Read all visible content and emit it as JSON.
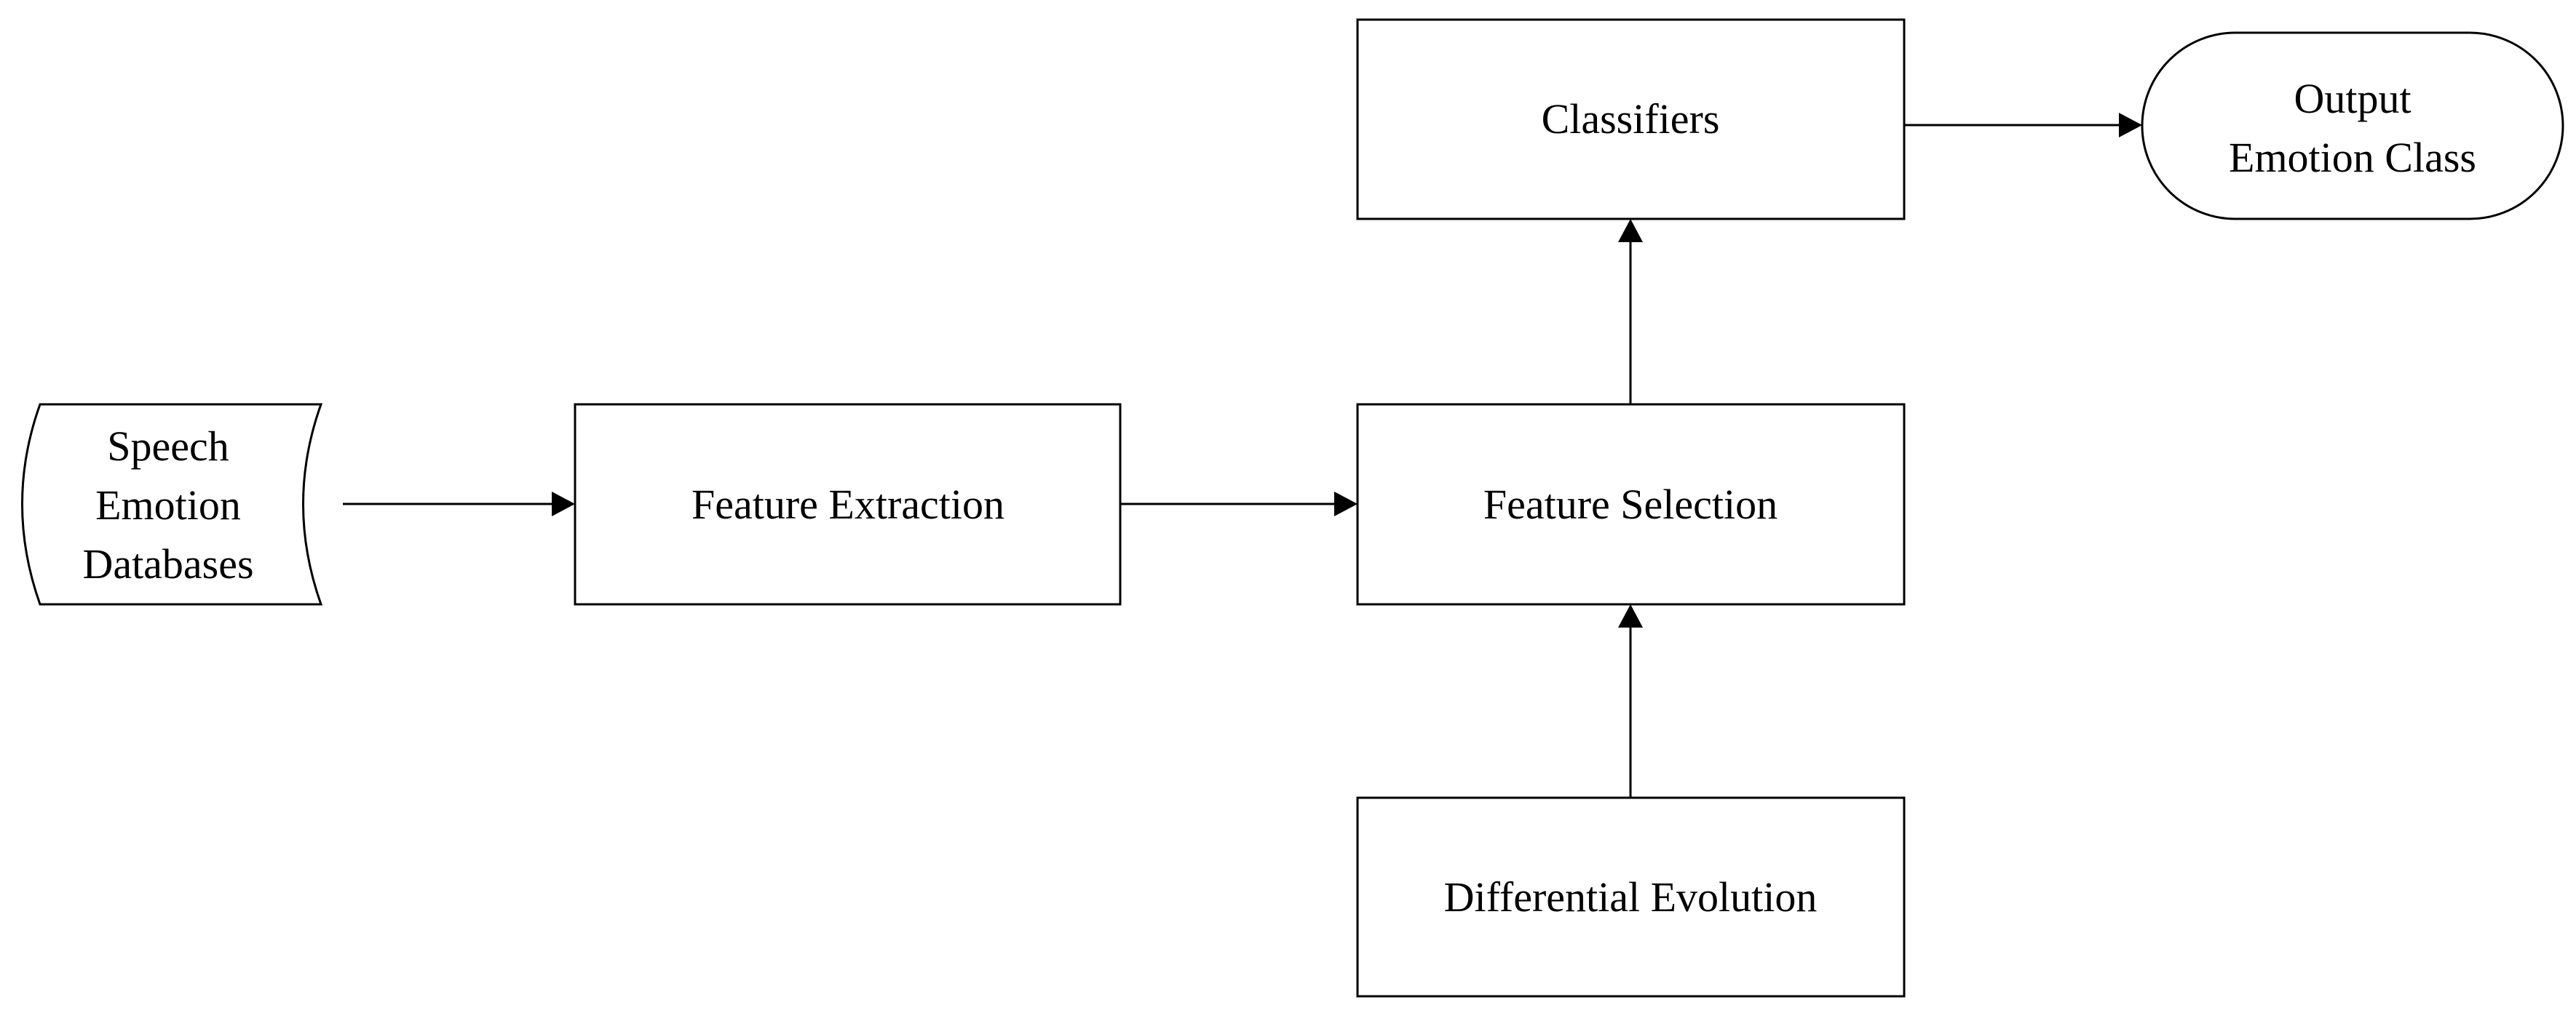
{
  "diagram": {
    "nodes": {
      "speech_db": {
        "lines": [
          "Speech",
          "Emotion",
          "Databases"
        ],
        "shape": "stored-data"
      },
      "feature_extraction": {
        "label": "Feature Extraction",
        "shape": "rectangle"
      },
      "feature_selection": {
        "label": "Feature Selection",
        "shape": "rectangle"
      },
      "classifiers": {
        "label": "Classifiers",
        "shape": "rectangle"
      },
      "differential_evolution": {
        "label": "Differential Evolution",
        "shape": "rectangle"
      },
      "output": {
        "lines": [
          "Output",
          "Emotion Class"
        ],
        "shape": "terminator"
      }
    },
    "edges": [
      {
        "from": "Speech Emotion Databases",
        "to": "Feature Extraction"
      },
      {
        "from": "Feature Extraction",
        "to": "Feature Selection"
      },
      {
        "from": "Differential Evolution",
        "to": "Feature Selection"
      },
      {
        "from": "Feature Selection",
        "to": "Classifiers"
      },
      {
        "from": "Classifiers",
        "to": "Output Emotion Class"
      }
    ],
    "colors": {
      "stroke": "#000000",
      "fill": "#ffffff",
      "text": "#000000"
    }
  }
}
